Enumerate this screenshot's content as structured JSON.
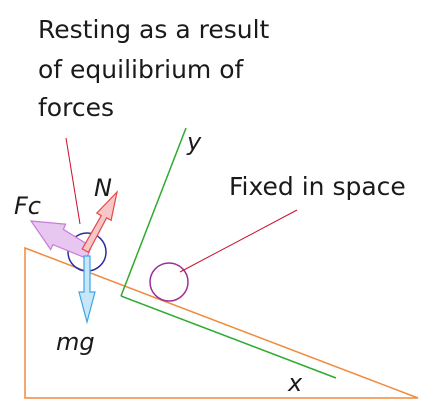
{
  "captions": {
    "resting_line1": "Resting as a result",
    "resting_line2": "of equilibrium of",
    "resting_line3": "forces",
    "fixed": "Fixed in space"
  },
  "labels": {
    "y_axis": "y",
    "x_axis": "x",
    "normal_force": "N",
    "friction_force": "Fc",
    "gravity_force": "mg"
  },
  "colors": {
    "incline": "#f08a3c",
    "axes": "#2eaa2e",
    "pointer": "#c8102e",
    "resting_ball": "#2c2c9c",
    "fixed_ball": "#9b2f9b",
    "normal_arrow": "#e8484a",
    "friction_arrow": "#c77bd8",
    "gravity_arrow": "#3aa6e8"
  }
}
